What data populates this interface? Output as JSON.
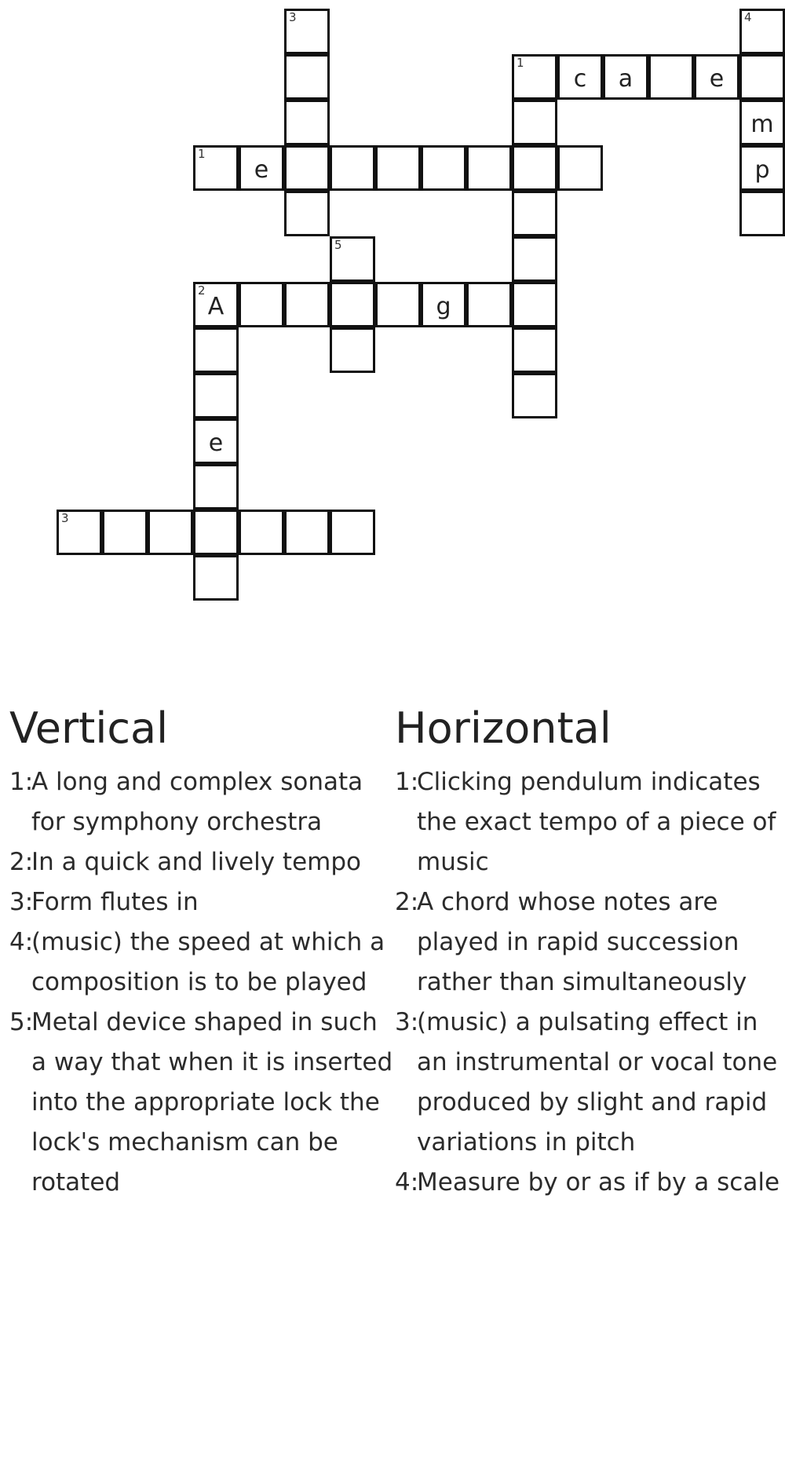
{
  "puzzle": {
    "cells": [
      {
        "r": 0,
        "c": 5,
        "num": "3",
        "letter": ""
      },
      {
        "r": 0,
        "c": 15,
        "num": "4",
        "letter": ""
      },
      {
        "r": 1,
        "c": 5,
        "num": "",
        "letter": ""
      },
      {
        "r": 1,
        "c": 10,
        "num": "1",
        "letter": ""
      },
      {
        "r": 1,
        "c": 11,
        "num": "",
        "letter": "c"
      },
      {
        "r": 1,
        "c": 12,
        "num": "",
        "letter": "a"
      },
      {
        "r": 1,
        "c": 13,
        "num": "",
        "letter": ""
      },
      {
        "r": 1,
        "c": 14,
        "num": "",
        "letter": "e"
      },
      {
        "r": 1,
        "c": 15,
        "num": "",
        "letter": ""
      },
      {
        "r": 2,
        "c": 5,
        "num": "",
        "letter": ""
      },
      {
        "r": 2,
        "c": 10,
        "num": "",
        "letter": ""
      },
      {
        "r": 2,
        "c": 15,
        "num": "",
        "letter": "m"
      },
      {
        "r": 3,
        "c": 3,
        "num": "1",
        "letter": ""
      },
      {
        "r": 3,
        "c": 4,
        "num": "",
        "letter": "e"
      },
      {
        "r": 3,
        "c": 5,
        "num": "",
        "letter": ""
      },
      {
        "r": 3,
        "c": 6,
        "num": "",
        "letter": ""
      },
      {
        "r": 3,
        "c": 7,
        "num": "",
        "letter": ""
      },
      {
        "r": 3,
        "c": 8,
        "num": "",
        "letter": ""
      },
      {
        "r": 3,
        "c": 9,
        "num": "",
        "letter": ""
      },
      {
        "r": 3,
        "c": 10,
        "num": "",
        "letter": ""
      },
      {
        "r": 3,
        "c": 11,
        "num": "",
        "letter": ""
      },
      {
        "r": 3,
        "c": 15,
        "num": "",
        "letter": "p"
      },
      {
        "r": 4,
        "c": 5,
        "num": "",
        "letter": ""
      },
      {
        "r": 4,
        "c": 10,
        "num": "",
        "letter": ""
      },
      {
        "r": 4,
        "c": 15,
        "num": "",
        "letter": ""
      },
      {
        "r": 5,
        "c": 6,
        "num": "5",
        "letter": ""
      },
      {
        "r": 5,
        "c": 10,
        "num": "",
        "letter": ""
      },
      {
        "r": 6,
        "c": 3,
        "num": "2",
        "letter": "A"
      },
      {
        "r": 6,
        "c": 4,
        "num": "",
        "letter": ""
      },
      {
        "r": 6,
        "c": 5,
        "num": "",
        "letter": ""
      },
      {
        "r": 6,
        "c": 6,
        "num": "",
        "letter": ""
      },
      {
        "r": 6,
        "c": 7,
        "num": "",
        "letter": ""
      },
      {
        "r": 6,
        "c": 8,
        "num": "",
        "letter": "g"
      },
      {
        "r": 6,
        "c": 9,
        "num": "",
        "letter": ""
      },
      {
        "r": 6,
        "c": 10,
        "num": "",
        "letter": ""
      },
      {
        "r": 7,
        "c": 3,
        "num": "",
        "letter": ""
      },
      {
        "r": 7,
        "c": 6,
        "num": "",
        "letter": ""
      },
      {
        "r": 7,
        "c": 10,
        "num": "",
        "letter": ""
      },
      {
        "r": 8,
        "c": 3,
        "num": "",
        "letter": ""
      },
      {
        "r": 8,
        "c": 10,
        "num": "",
        "letter": ""
      },
      {
        "r": 9,
        "c": 3,
        "num": "",
        "letter": "e"
      },
      {
        "r": 10,
        "c": 3,
        "num": "",
        "letter": ""
      },
      {
        "r": 11,
        "c": 0,
        "num": "3",
        "letter": ""
      },
      {
        "r": 11,
        "c": 1,
        "num": "",
        "letter": ""
      },
      {
        "r": 11,
        "c": 2,
        "num": "",
        "letter": ""
      },
      {
        "r": 11,
        "c": 3,
        "num": "",
        "letter": ""
      },
      {
        "r": 11,
        "c": 4,
        "num": "",
        "letter": ""
      },
      {
        "r": 11,
        "c": 5,
        "num": "",
        "letter": ""
      },
      {
        "r": 11,
        "c": 6,
        "num": "",
        "letter": ""
      },
      {
        "r": 12,
        "c": 3,
        "num": "",
        "letter": ""
      }
    ]
  },
  "vertical": {
    "title": "Vertical",
    "clues": [
      {
        "num": "1:",
        "text": "A long and complex sonata for symphony orchestra"
      },
      {
        "num": "2:",
        "text": "In a quick and lively tempo"
      },
      {
        "num": "3:",
        "text": "Form flutes in"
      },
      {
        "num": "4:",
        "text": "(music) the speed at which a composition is to be played"
      },
      {
        "num": "5:",
        "text": "Metal device shaped in such a way that when it is inserted into the appropriate lock the lock's mechanism can be rotated"
      }
    ]
  },
  "horizontal": {
    "title": "Horizontal",
    "clues": [
      {
        "num": "1:",
        "text": "Clicking pendulum indicates the exact tempo of a piece of music"
      },
      {
        "num": "2:",
        "text": "A chord whose notes are played in rapid succession rather than simultaneously"
      },
      {
        "num": "3:",
        "text": "(music) a pulsating effect in an instrumental or vocal tone produced by slight and rapid variations in pitch"
      },
      {
        "num": "4:",
        "text": "Measure by or as if by a scale"
      }
    ]
  }
}
